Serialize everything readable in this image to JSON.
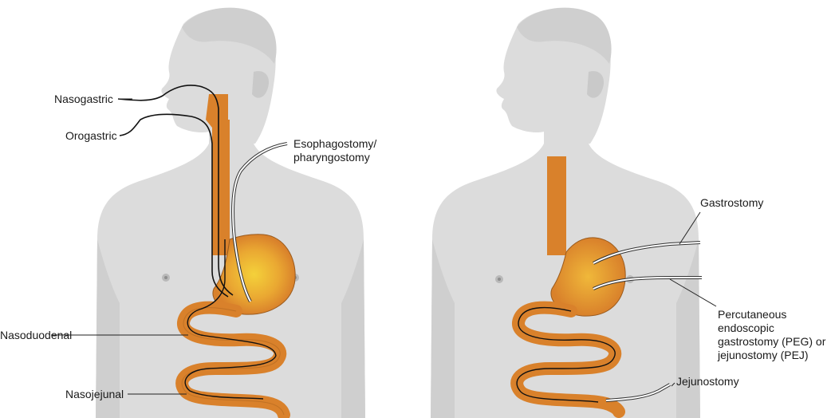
{
  "labels": {
    "nasogastric": "Nasogastric",
    "orogastric": "Orogastric",
    "esophagostomy_line1": "Esophagostomy/",
    "esophagostomy_line2": "pharyngostomy",
    "nasoduodenal": "Nasoduodenal",
    "nasojejunal": "Nasojejunal",
    "gastrostomy": "Gastrostomy",
    "peg_line1": "Percutaneous",
    "peg_line2": "endoscopic",
    "peg_line3": "gastrostomy (PEG) or",
    "peg_line4": "jejunostomy (PEJ)",
    "jejunostomy": "Jejunostomy"
  },
  "colors": {
    "body_fill": "#dcdcdc",
    "body_shadow": "#c6c6c6",
    "gi_tract": "#d9812b",
    "gi_outline": "#9a5a1c",
    "stomach_glow": "#f1c233",
    "tube": "#111111",
    "leader_line": "#222222"
  }
}
